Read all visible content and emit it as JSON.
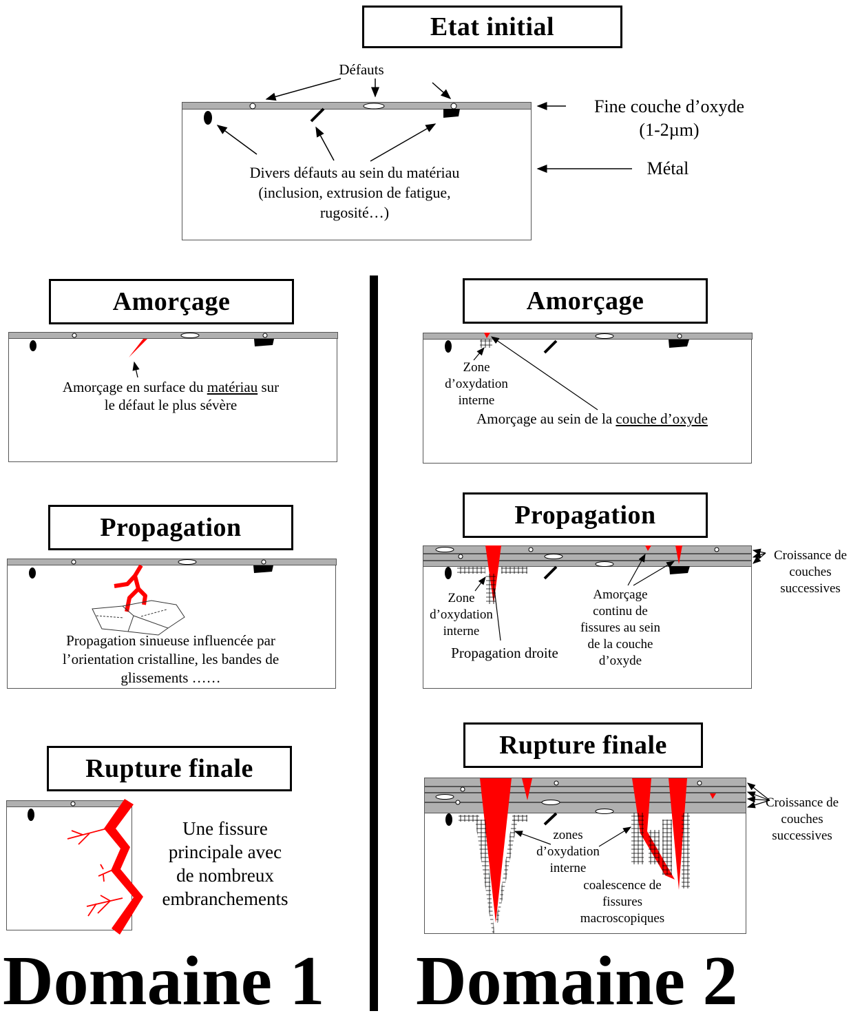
{
  "top": {
    "title": "Etat initial",
    "defects_label": "Défauts",
    "oxide_label_line1": "Fine couche d’oxyde",
    "oxide_label_line2": "(1-2µm)",
    "metal_label": "Métal",
    "defects_desc_line1": "Divers défauts au sein du matériau",
    "defects_desc_line2": "(inclusion, extrusion de fatigue,",
    "defects_desc_line3": "rugosité…)"
  },
  "domain1": {
    "name": "Domaine 1",
    "amorcage": {
      "title": "Amorçage",
      "text1_pre": "Amorçage en surface du ",
      "text1_ul": "matériau",
      "text1_post": " sur",
      "text2": "le défaut le plus sévère"
    },
    "propagation": {
      "title": "Propagation",
      "text1": "Propagation sinueuse influencée par",
      "text2": "l’orientation cristalline, les bandes de",
      "text3": "glissements ……"
    },
    "rupture": {
      "title": "Rupture finale",
      "text1": "Une fissure",
      "text2": "principale avec",
      "text3": "de nombreux",
      "text4": "embranchements"
    }
  },
  "domain2": {
    "name": "Domaine 2",
    "amorcage": {
      "title": "Amorçage",
      "zone1": "Zone",
      "zone2": "d’oxydation",
      "zone3": "interne",
      "text_pre": "Amorçage au sein de la ",
      "text_ul": "couche d’oxyde"
    },
    "propagation": {
      "title": "Propagation",
      "zone1": "Zone",
      "zone2": "d’oxydation",
      "zone3": "interne",
      "droite": "Propagation droite",
      "am1": "Amorçage",
      "am2": "continu de",
      "am3": "fissures au sein",
      "am4": "de la couche",
      "am5": "d’oxyde",
      "cr1": "Croissance de",
      "cr2": "couches",
      "cr3": "successives"
    },
    "rupture": {
      "title": "Rupture finale",
      "zones1": "zones",
      "zones2": "d’oxydation",
      "zones3": "interne",
      "co1": "coalescence de",
      "co2": "fissures",
      "co3": "macroscopiques",
      "cr1": "Croissance de",
      "cr2": "couches",
      "cr3": "successives"
    }
  },
  "colors": {
    "crack": "#ff0000",
    "oxide": "#b0b0b0",
    "divider": "#000000"
  }
}
